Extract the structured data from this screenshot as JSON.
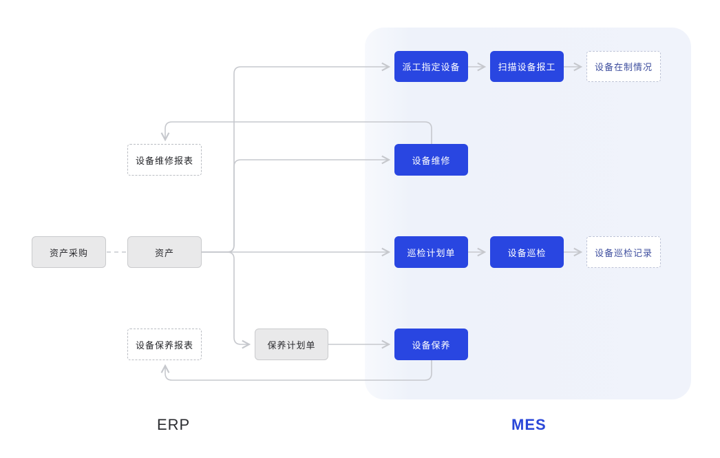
{
  "diagram": {
    "lanes": {
      "erp": "ERP",
      "mes": "MES"
    },
    "nodes": {
      "asset_purchase": "资产采购",
      "asset": "资产",
      "repair_report": "设备维修报表",
      "maintenance_report": "设备保养报表",
      "maintenance_plan": "保养计划单",
      "dispatch_equipment": "派工指定设备",
      "scan_equipment_report": "扫描设备报工",
      "equipment_wip_status": "设备在制情况",
      "equipment_repair": "设备维修",
      "inspection_plan": "巡检计划单",
      "equipment_inspection": "设备巡检",
      "inspection_record": "设备巡检记录",
      "equipment_maintenance": "设备保养"
    },
    "edges": [
      {
        "from": "asset_purchase",
        "to": "asset",
        "style": "dashed",
        "arrow": false
      },
      {
        "from": "asset",
        "to": "dispatch_equipment",
        "arrow": true
      },
      {
        "from": "asset",
        "to": "equipment_repair",
        "arrow": true
      },
      {
        "from": "asset",
        "to": "inspection_plan",
        "arrow": true
      },
      {
        "from": "asset",
        "to": "maintenance_plan",
        "arrow": true
      },
      {
        "from": "dispatch_equipment",
        "to": "scan_equipment_report",
        "arrow": true
      },
      {
        "from": "scan_equipment_report",
        "to": "equipment_wip_status",
        "arrow": true
      },
      {
        "from": "equipment_repair",
        "to": "repair_report",
        "arrow": true
      },
      {
        "from": "inspection_plan",
        "to": "equipment_inspection",
        "arrow": true
      },
      {
        "from": "equipment_inspection",
        "to": "inspection_record",
        "arrow": true
      },
      {
        "from": "maintenance_plan",
        "to": "equipment_maintenance",
        "arrow": true
      },
      {
        "from": "equipment_maintenance",
        "to": "maintenance_report",
        "arrow": true
      }
    ],
    "colors": {
      "primary_blue": "#2946e1",
      "mes_label_blue": "#2946d8",
      "mes_panel_bg": "#eef2fa",
      "gray_box_bg": "#e9e9ea",
      "gray_box_border": "#c9cacc",
      "dashed_border": "#b9bcc2",
      "dashed_blue_text": "#3e4e9e",
      "wire_gray": "#c6c8cd"
    }
  }
}
